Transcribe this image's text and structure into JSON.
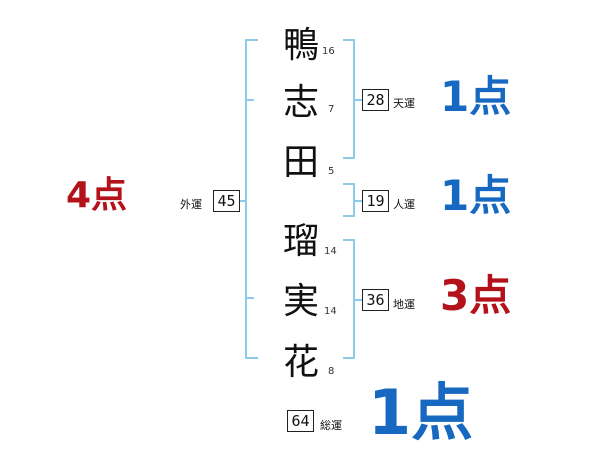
{
  "characters": [
    {
      "char": "鴨",
      "strokes": "16"
    },
    {
      "char": "志",
      "strokes": "7"
    },
    {
      "char": "田",
      "strokes": "5"
    },
    {
      "char": "瑠",
      "strokes": "14"
    },
    {
      "char": "実",
      "strokes": "14"
    },
    {
      "char": "花",
      "strokes": "8"
    }
  ],
  "fortunes": {
    "gaiun": {
      "label": "外運",
      "value": "45",
      "score": "4点",
      "score_color": "#b3121b"
    },
    "tenun": {
      "label": "天運",
      "value": "28",
      "score": "1点",
      "score_color": "#1668c0"
    },
    "jinun": {
      "label": "人運",
      "value": "19",
      "score": "1点",
      "score_color": "#1668c0"
    },
    "chiun": {
      "label": "地運",
      "value": "36",
      "score": "3点",
      "score_color": "#b3121b"
    },
    "souun": {
      "label": "総運",
      "value": "64",
      "score": "1点",
      "score_color": "#1668c0"
    }
  },
  "bracket_color": "#8ecbea"
}
